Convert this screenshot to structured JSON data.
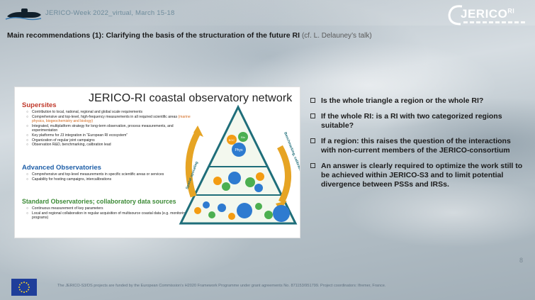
{
  "header": {
    "event_title": "JERICO-Week 2022_virtual, March 15-18",
    "brand": "JERICO",
    "brand_suffix": "RI"
  },
  "slide": {
    "heading": "Main recommendations (1): Clarifying the basis of the structuration of the future RI",
    "heading_cite": "(cf. L. Delauney’s talk)",
    "page_number": "8"
  },
  "figure": {
    "title": "JERICO-RI coastal observatory network",
    "supersites": {
      "title": "Supersites",
      "items": [
        "Contribution to local, national, regional and global scale requirements",
        "Comprehensive and top-level, high-frequency measurements in all required scientific areas",
        "Integrated, multiplatform strategy for long-term observation, process measurements, and experimentation",
        "Key platforms for J3 integration in “European RI ecosystem”",
        "Organization of regular joint campaigns",
        "Observation R&D, benchmarking, calibration lead"
      ],
      "highlight_1": "(marine physics, biogeochemistry and biology)"
    },
    "advanced": {
      "title": "Advanced Observatories",
      "items": [
        "Comprehensive and top-level measurements in specific scientific areas or services",
        "Capability for hosting campaigns, intercalibrations"
      ]
    },
    "standard": {
      "title": "Standard Observatories; collaboratory data sources",
      "items": [
        "Continuous measurement of key parameters",
        "Local and regional collaboration in regular acquisition of multisource coastal data (e.g. monitoring programs)"
      ]
    },
    "side_labels": {
      "left": "Spatial upscaling",
      "right": "Benchmarking, calibration"
    },
    "bubble_labels": [
      "Bio",
      "BGC",
      "Phys"
    ]
  },
  "questions": [
    "Is the whole triangle a region or the whole RI?",
    "If the whole RI: is a RI with two categorized regions suitable?",
    "If a region: this raises the question of the interactions with non-current members of the JERICO-consortium",
    "An answer is clearly required to optimize the work still to be achieved within JERICO-S3 and to limit potential divergence between PSSs and IRSs."
  ],
  "footer": {
    "funding_text": "The JERICO-S3/DS projects are funded by the European Commission’s H2020 Framework Programme under grant agreements No. 871153/951799. Project coordinators: Ifremer, France."
  },
  "colors": {
    "supersites": "#c0392b",
    "advanced": "#1f5fa8",
    "standard": "#3d8b37",
    "arrow": "#e6a424",
    "pyramid_edge": "#1f6e7a",
    "bio_bubble": "#4caf50",
    "bgc_bubble": "#f39c12",
    "phys_bubble": "#2e7bd0"
  }
}
